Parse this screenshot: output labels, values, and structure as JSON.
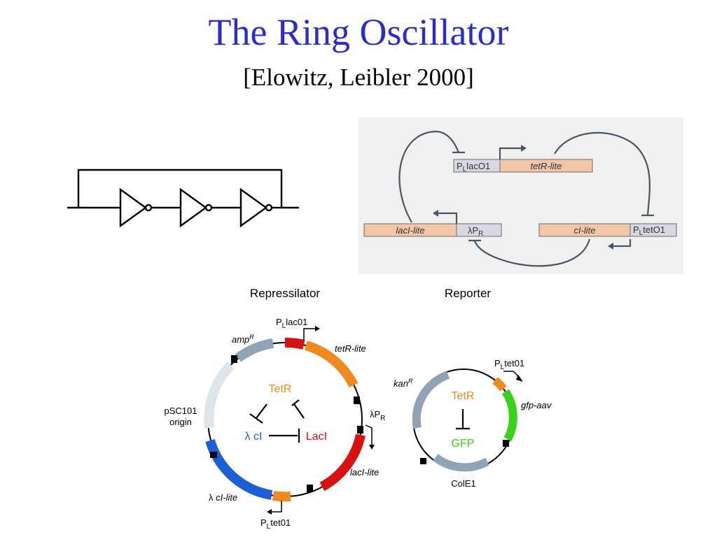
{
  "title": "The Ring Oscillator",
  "subtitle": "[Elowitz, Leibler 2000]",
  "colors": {
    "title": "#2b2bd0",
    "gene_bar": "#f2c6a6",
    "promoter_box": "#d8d8e2",
    "panel_bg": "#f0f0f0",
    "connector": "#4a5560",
    "orange": "#f08a1e",
    "red": "#d81010",
    "blue": "#1a5fd6",
    "green": "#3ad11a",
    "grey_blue": "#8fa3b5",
    "light_grey": "#dde4ea"
  },
  "circuit": {
    "symbol": "inverter-ring",
    "inverter_count": 3
  },
  "network": {
    "plac": {
      "main": "P",
      "sub": "L",
      "rest": "lacO1"
    },
    "tetr": "tetR-lite",
    "laci": "lacI-lite",
    "lpr": {
      "main": "λP",
      "sub": "R"
    },
    "ci": "cI-lite",
    "ptet": {
      "main": "P",
      "sub": "L",
      "rest": "tetO1"
    }
  },
  "repressilator": {
    "heading": "Repressilator",
    "plac_label": {
      "main": "P",
      "sub": "L",
      "rest": "lac01"
    },
    "ampr": {
      "main": "amp",
      "sup": "R"
    },
    "tetr_lite": "tetR-lite",
    "psc101_line1": "pSC101",
    "psc101_line2": "origin",
    "lpr_label": {
      "main": "λP",
      "sub": "R"
    },
    "laci_lite": "lacI-lite",
    "lci_lite": {
      "prefix": "λ ",
      "rest": "cI-lite"
    },
    "ptet_label": {
      "main": "P",
      "sub": "L",
      "rest": "tet01"
    },
    "center_tetr": "TetR",
    "center_lci": "λ cI",
    "center_laci": "LacI"
  },
  "reporter": {
    "heading": "Reporter",
    "kanr": {
      "main": "kan",
      "sup": "R"
    },
    "ptet_label": {
      "main": "P",
      "sub": "L",
      "rest": "tet01"
    },
    "gfp_aav": "gfp-aav",
    "cole1": "ColE1",
    "center_tetr": "TetR",
    "center_gfp": "GFP"
  }
}
